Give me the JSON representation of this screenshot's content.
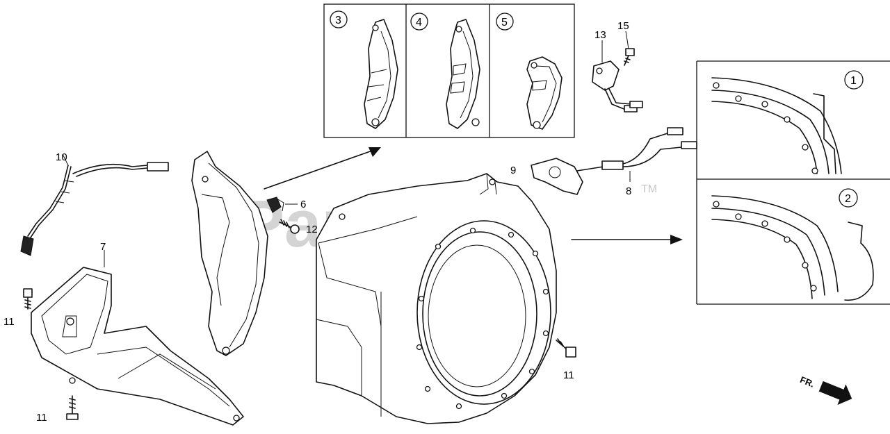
{
  "watermark": {
    "text": "PartsTree",
    "tm": "TM"
  },
  "callouts": {
    "c1": "1",
    "c2": "2",
    "c3": "3",
    "c4": "4",
    "c5": "5",
    "p6": "6",
    "p7": "7",
    "p8": "8",
    "p9": "9",
    "p10": "10",
    "p11a": "11",
    "p11b": "11",
    "p11c": "11",
    "p12": "12",
    "p13": "13",
    "p15": "15"
  },
  "direction": {
    "label": "FR."
  }
}
